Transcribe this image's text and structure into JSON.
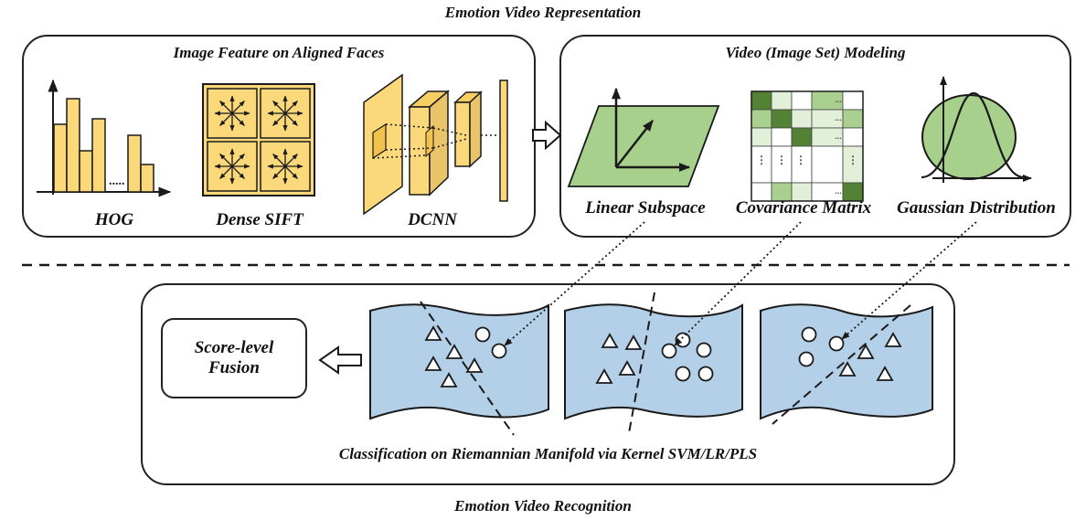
{
  "diagram": {
    "top_title": "Emotion Video Representation",
    "bottom_title": "Emotion Video Recognition",
    "feature_panel": {
      "title": "Image Feature on Aligned Faces",
      "items": [
        "HOG",
        "Dense SIFT",
        "DCNN"
      ],
      "hog_ellipsis": "....."
    },
    "modeling_panel": {
      "title": "Video (Image Set) Modeling",
      "items": [
        "Linear Subspace",
        "Covariance Matrix",
        "Gaussian Distribution"
      ],
      "matrix_ellipsis": "...",
      "matrix_vdots": "⋮"
    },
    "classification_panel": {
      "caption": "Classification on Riemannian Manifold via Kernel SVM/LR/PLS",
      "fusion_label_line1": "Score-level",
      "fusion_label_line2": "Fusion"
    },
    "colors": {
      "feature_fill": "#fbd97a",
      "feature_fill_dark": "#f2c24e",
      "subspace_fill": "#a8d08d",
      "matrix_dark": "#548235",
      "matrix_mid": "#a9d08e",
      "matrix_light": "#e2efd9",
      "manifold_fill": "#b4cfe8",
      "stroke": "#1a1a1a"
    }
  }
}
